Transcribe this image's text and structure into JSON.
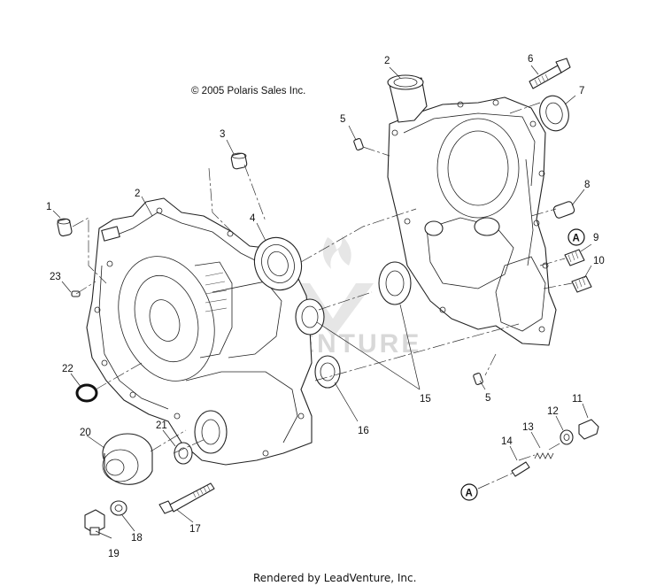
{
  "header": {
    "copyright": "© 2005 Polaris Sales Inc."
  },
  "footer": {
    "rendered_by": "Rendered by LeadVenture, Inc."
  },
  "watermark": {
    "text": "VENTURE"
  },
  "callouts": {
    "c1": "1",
    "c2_left": "2",
    "c2_right": "2",
    "c3": "3",
    "c4": "4",
    "c5_top": "5",
    "c5_bottom": "5",
    "c6": "6",
    "c7": "7",
    "c8": "8",
    "c9": "9",
    "c10": "10",
    "c11": "11",
    "c12": "12",
    "c13": "13",
    "c14": "14",
    "c15": "15",
    "c16": "16",
    "c17": "17",
    "c18": "18",
    "c19": "19",
    "c20": "20",
    "c21": "21",
    "c22": "22",
    "c23": "23"
  },
  "reference_markers": {
    "a_top": "A",
    "a_bottom": "A"
  }
}
